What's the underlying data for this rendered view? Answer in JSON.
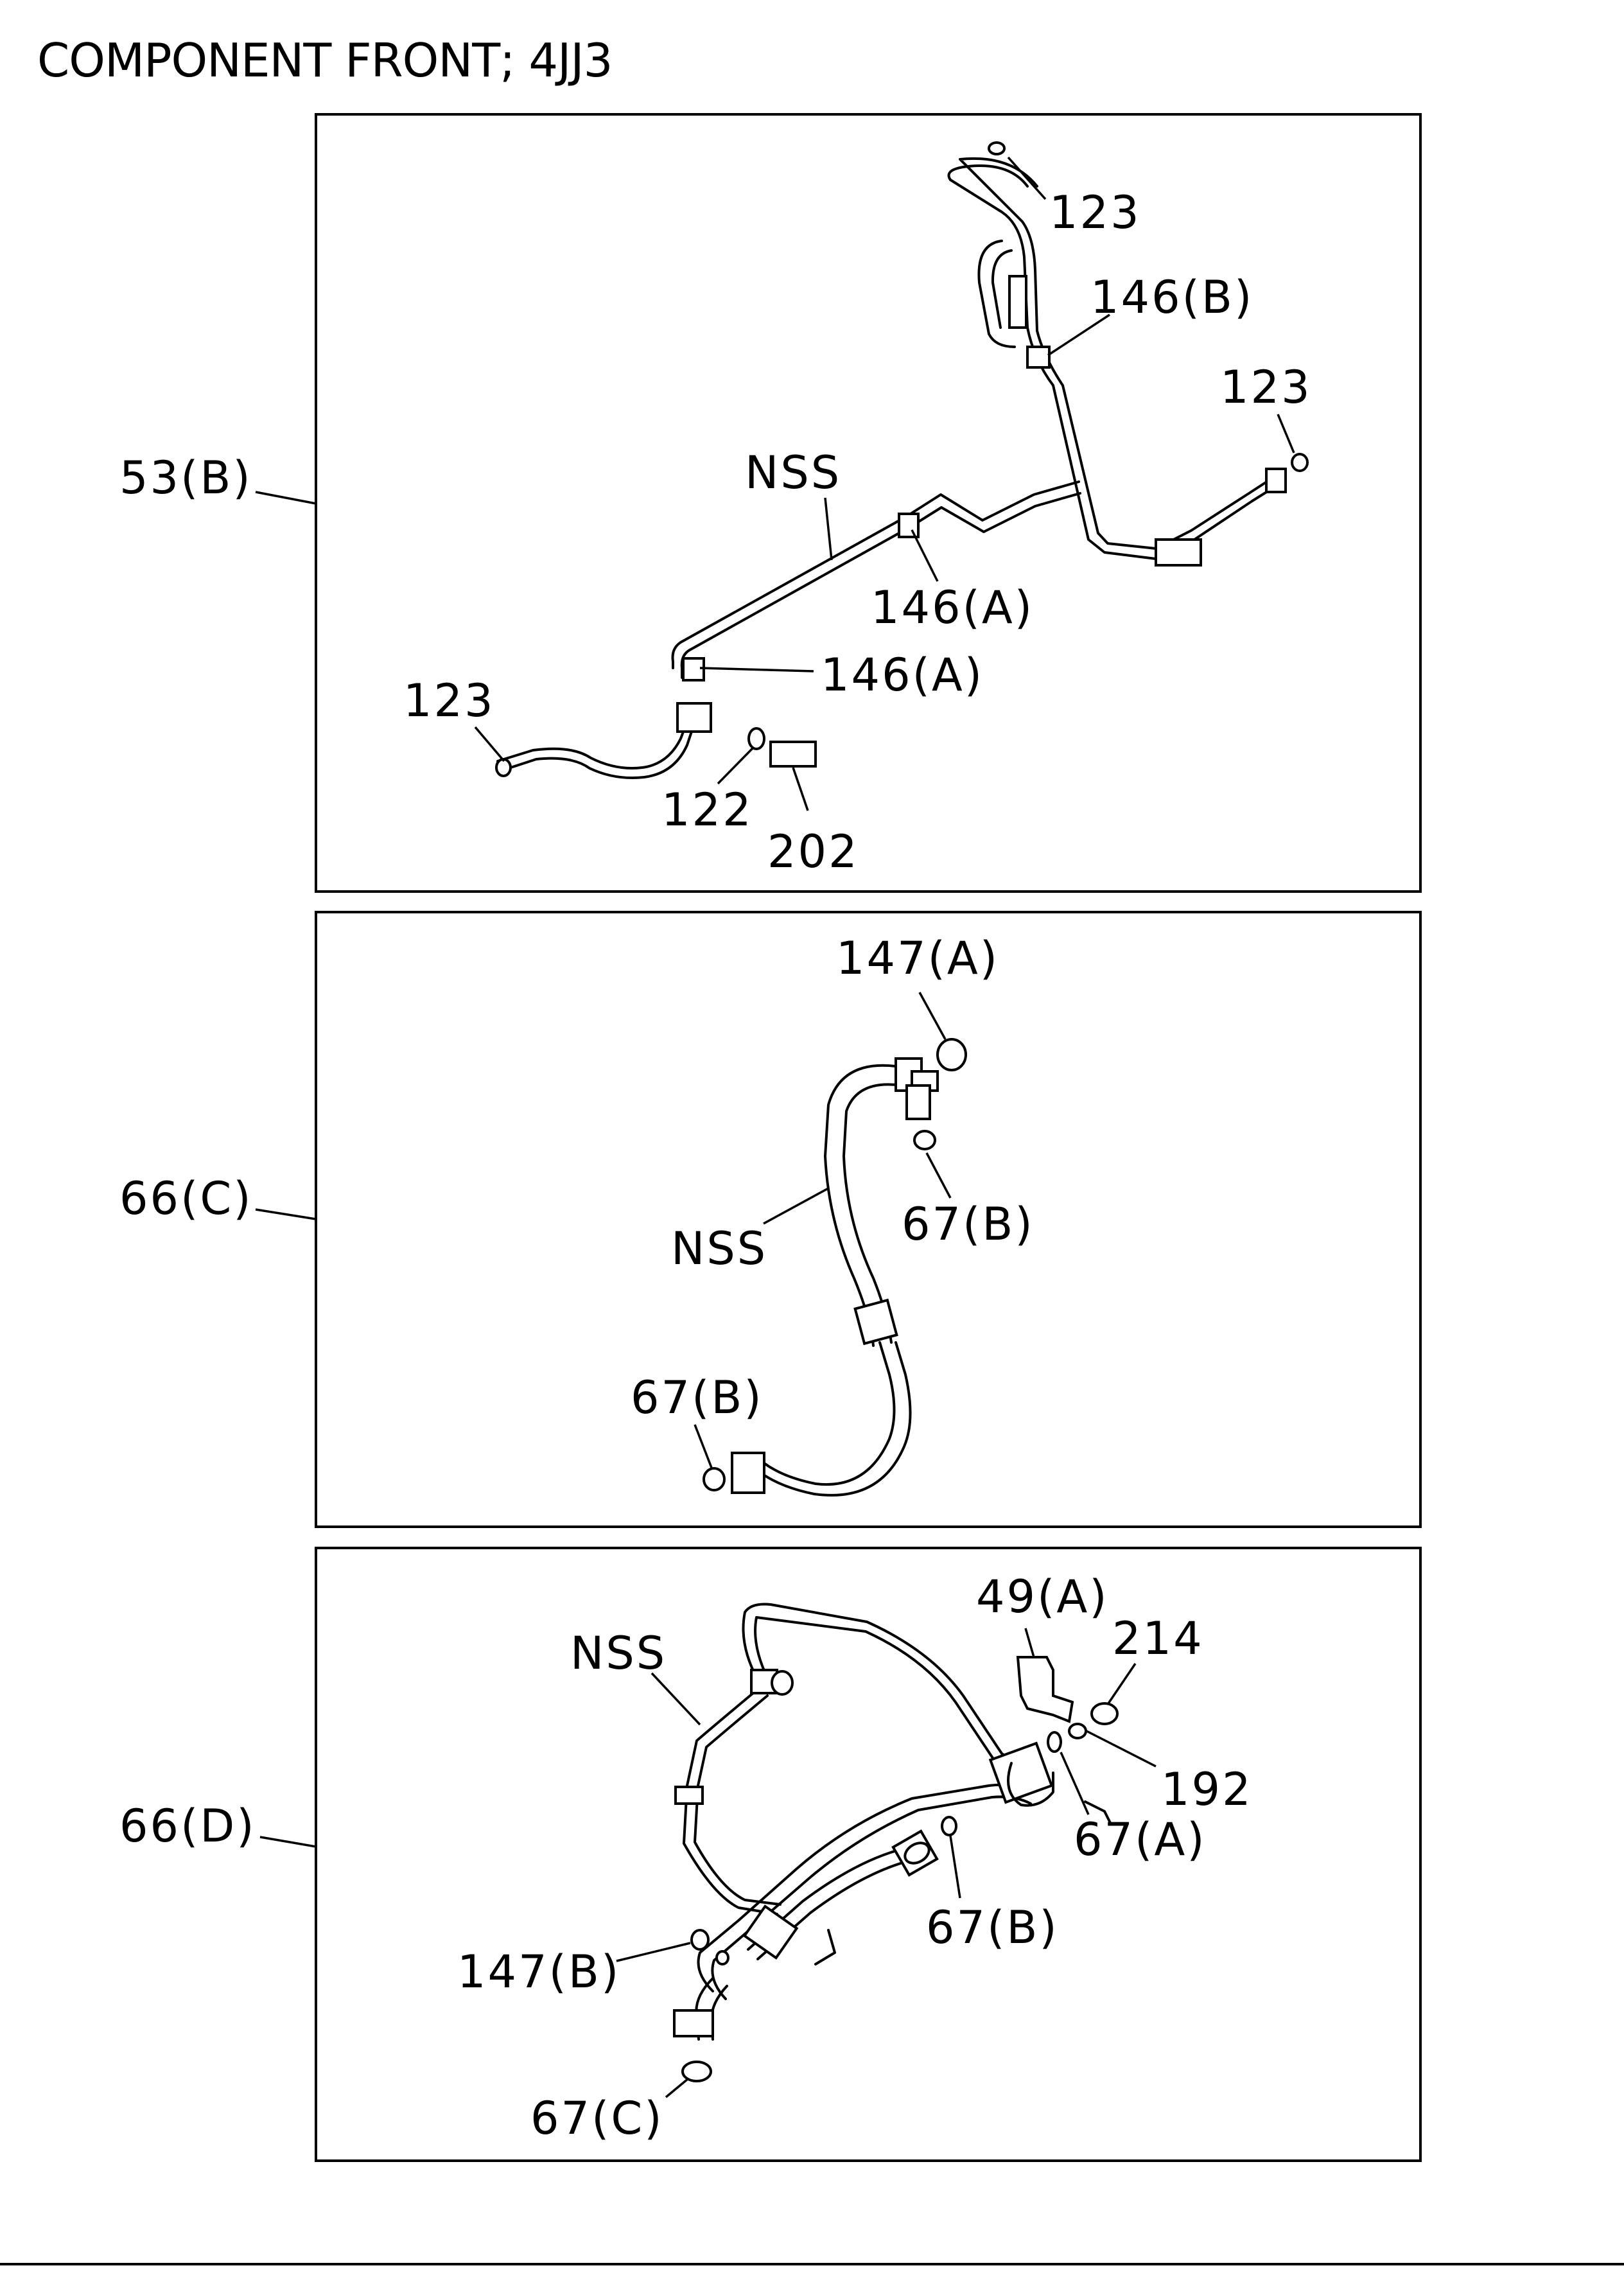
{
  "title": "COMPONENT FRONT; 4JJ3",
  "panels": [
    {
      "group_label": "53(B)",
      "labels": [
        "123",
        "146(B)",
        "123",
        "NSS",
        "146(A)",
        "146(A)",
        "123",
        "122",
        "202"
      ]
    },
    {
      "group_label": "66(C)",
      "labels": [
        "147(A)",
        "67(B)",
        "NSS",
        "67(B)"
      ]
    },
    {
      "group_label": "66(D)",
      "labels": [
        "49(A)",
        "214",
        "NSS",
        "192",
        "67(A)",
        "67(B)",
        "147(B)",
        "67(C)"
      ]
    }
  ]
}
